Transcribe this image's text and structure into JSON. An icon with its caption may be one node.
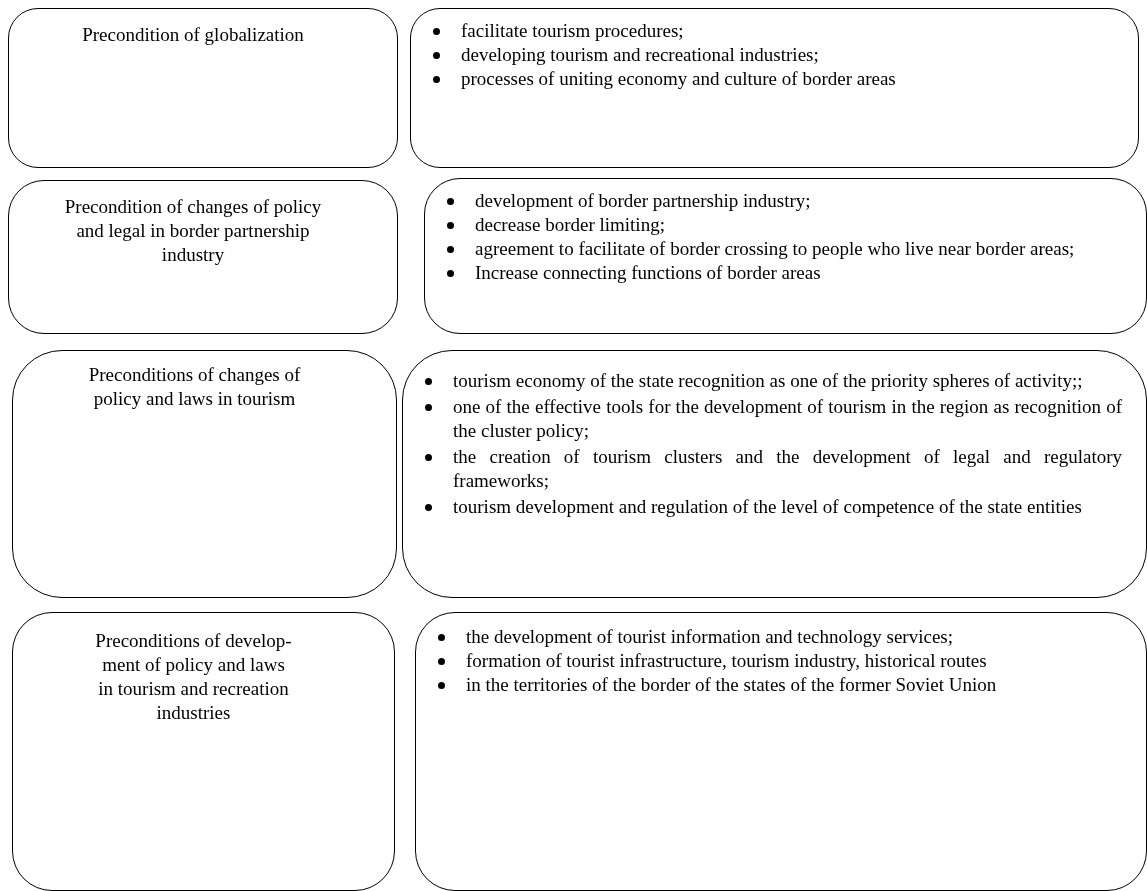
{
  "diagram": {
    "nodes": [
      {
        "text": [
          "Precondition of globalization"
        ]
      },
      {
        "text": [
          "facilitate tourism procedures;",
          "developing tourism and recreational industries;",
          "processes of uniting economy and culture of border areas"
        ]
      },
      {
        "text": [
          "Precondition of changes of policy and legal in border partnership industry"
        ]
      },
      {
        "text": [
          "development of border partnership industry;",
          "decrease border limiting;",
          "agreement to facilitate of border crossing to people who live near border areas;",
          "Increase connecting functions of border areas"
        ]
      },
      {
        "text": [
          "Preconditions of changes of policy and laws in tourism"
        ]
      },
      {
        "text": [
          "tourism economy of the state recognition as one of the priority spheres of activity;;",
          "one of the effective tools for the development of tourism in the region as recognition of the cluster policy;",
          "the creation of tourism clusters and the development of legal and regulatory frameworks;",
          "tourism development and regulation of the level of competence of the state entities"
        ]
      },
      {
        "text": [
          "Preconditions of develop- ment of policy and laws in tourism and recreation industries"
        ]
      },
      {
        "text": [
          "the development of tourist information and technology services;",
          "formation of tourist infrastructure, tourism industry, historical routes",
          "in the territories of the border of the states of the former Soviet Union"
        ]
      }
    ]
  }
}
